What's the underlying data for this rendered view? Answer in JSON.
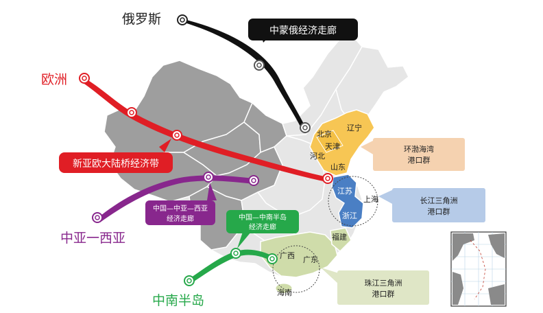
{
  "colors": {
    "china_light": "#e6e6e6",
    "china_dark": "#9e9e9e",
    "borders": "#ffffff",
    "bohai_fill": "#f7c654",
    "yangtze_fill": "#4a7fc4",
    "pearl_fill": "#cfdcaa",
    "corridor_russia": "#111111",
    "corridor_europe": "#e01e25",
    "corridor_central_asia": "#88278d",
    "corridor_indochina": "#26a84a",
    "callout_bohai": "#f5d2b0",
    "callout_yangtze": "#b6cbe8",
    "callout_pearl": "#dfe6c6"
  },
  "origins": {
    "russia": "俄罗斯",
    "europe": "欧洲",
    "central_west_asia": "中亚一西亚",
    "indochina": "中南半岛"
  },
  "corridors": {
    "china_mongolia_russia": "中蒙俄经济走廊",
    "eurasian_land_bridge": "新亚欧大陆桥经济带",
    "china_central_west_asia_line1": "中国—中亚—西亚",
    "china_central_west_asia_line2": "经济走廊",
    "china_indochina_line1": "中国—中南半岛",
    "china_indochina_line2": "经济走廊"
  },
  "provinces": {
    "beijing": "北京",
    "tianjin": "天津",
    "hebei": "河北",
    "liaoning": "辽宁",
    "shandong": "山东",
    "jiangsu": "江苏",
    "shanghai": "上海",
    "zhejiang": "浙江",
    "fujian": "福建",
    "guangdong": "广东",
    "guangxi": "广西",
    "hainan": "海南"
  },
  "port_clusters": {
    "bohai_line1": "环渤海湾",
    "bohai_line2": "港口群",
    "yangtze_line1": "长江三角洲",
    "yangtze_line2": "港口群",
    "pearl_line1": "珠江三角洲",
    "pearl_line2": "港口群"
  },
  "inset": "south-china-sea-inset-map"
}
